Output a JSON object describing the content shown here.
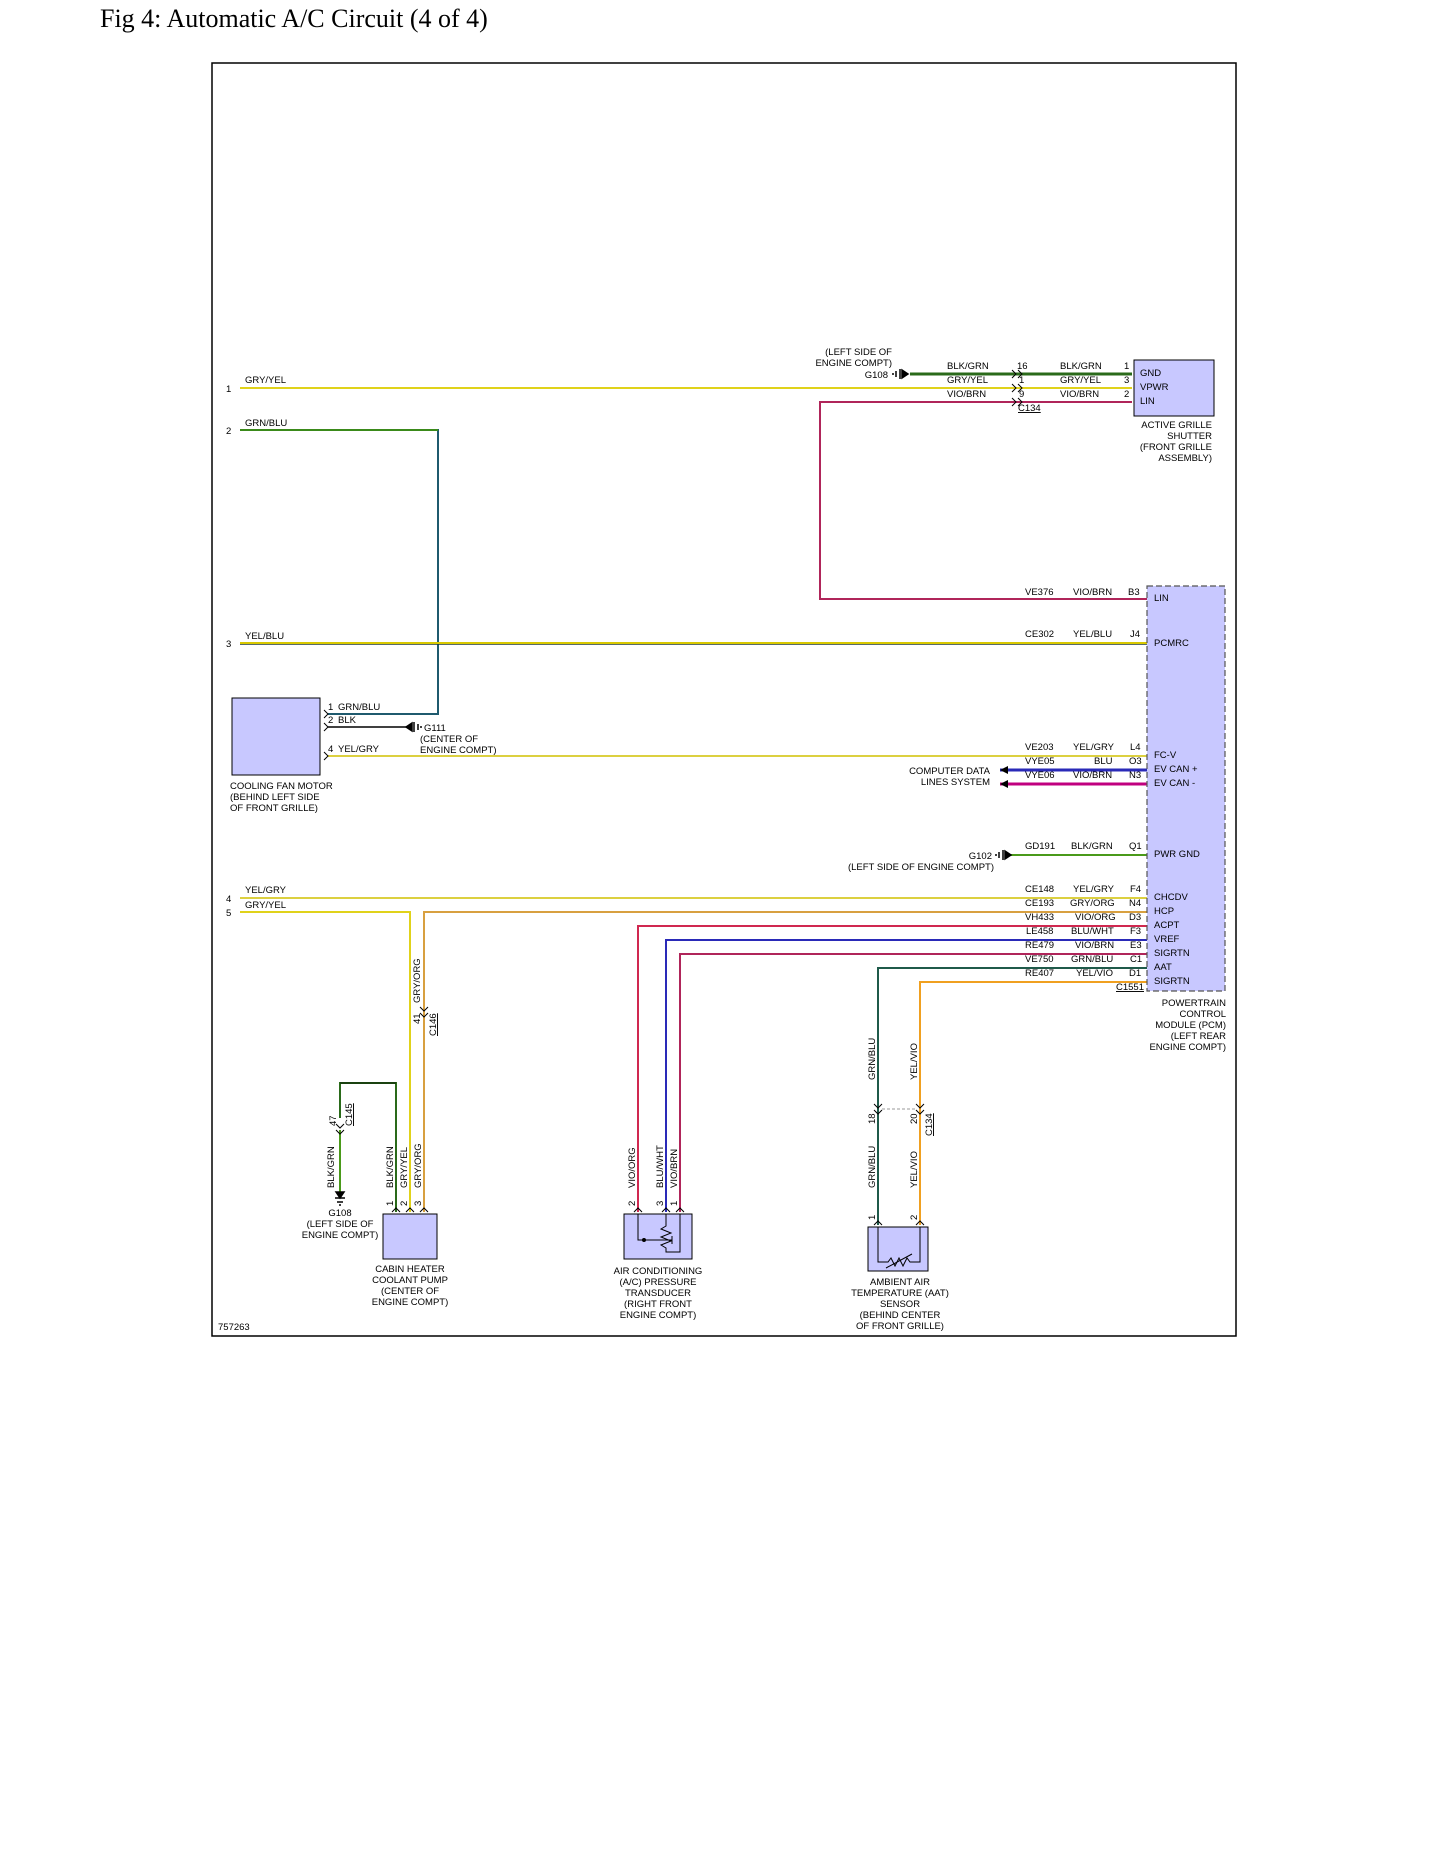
{
  "title": "Fig 4: Automatic A/C Circuit (4 of 4)",
  "figure_id": "757263",
  "colors": {
    "gry_yel": "#e0d21a",
    "yel_blu": "#d8c800",
    "yel_gry": "#dcd040",
    "gry_org": "#d8a040",
    "grn_blu": "#2a6a4a",
    "blk_grn": "#2a6a1a",
    "vio_brn": "#b0255a",
    "vio_org": "#d02850",
    "blu_wht": "#2a2ab8",
    "yel_vio": "#f0a020",
    "blk": "#000000",
    "grn_lead": "#4a9a1a",
    "module_fill": "#c8c8ff",
    "ev_can_minus": "#c0007f"
  },
  "left_pins": [
    {
      "num": "1",
      "wire": "GRY/YEL"
    },
    {
      "num": "2",
      "wire": "GRN/BLU"
    },
    {
      "num": "3",
      "wire": "YEL/BLU"
    },
    {
      "num": "4",
      "wire": "YEL/GRY"
    },
    {
      "num": "5",
      "wire": "GRY/YEL"
    }
  ],
  "grille_shutter": {
    "ground": {
      "loc1": "(LEFT SIDE OF",
      "loc2": "ENGINE COMPT)",
      "id": "G108"
    },
    "connector": "C134",
    "left_wires": [
      "BLK/GRN",
      "GRY/YEL",
      "VIO/BRN"
    ],
    "inline_pins": [
      "16",
      "1",
      "9"
    ],
    "right_wires": [
      "BLK/GRN",
      "GRY/YEL",
      "VIO/BRN"
    ],
    "pins": [
      "1",
      "3",
      "2"
    ],
    "terminals": [
      "GND",
      "VPWR",
      "LIN"
    ],
    "label": [
      "ACTIVE GRILLE",
      "SHUTTER",
      "(FRONT GRILLE",
      "ASSEMBLY)"
    ]
  },
  "pcm": {
    "rows": [
      {
        "circuit": "VE376",
        "wire": "VIO/BRN",
        "pin": "B3",
        "term": "LIN"
      },
      {
        "circuit": "CE302",
        "wire": "YEL/BLU",
        "pin": "J4",
        "term": "PCMRC"
      },
      {
        "circuit": "VE203",
        "wire": "YEL/GRY",
        "pin": "L4",
        "term": "FC-V"
      },
      {
        "circuit": "VYE05",
        "wire": "BLU",
        "pin": "O3",
        "term": "EV CAN +"
      },
      {
        "circuit": "VYE06",
        "wire": "VIO/BRN",
        "pin": "N3",
        "term": "EV CAN -"
      },
      {
        "circuit": "GD191",
        "wire": "BLK/GRN",
        "pin": "Q1",
        "term": "PWR GND"
      },
      {
        "circuit": "CE148",
        "wire": "YEL/GRY",
        "pin": "F4",
        "term": "CHCDV"
      },
      {
        "circuit": "CE193",
        "wire": "GRY/ORG",
        "pin": "N4",
        "term": "HCP"
      },
      {
        "circuit": "VH433",
        "wire": "VIO/ORG",
        "pin": "D3",
        "term": "ACPT"
      },
      {
        "circuit": "LE458",
        "wire": "BLU/WHT",
        "pin": "F3",
        "term": "VREF"
      },
      {
        "circuit": "RE479",
        "wire": "VIO/BRN",
        "pin": "E3",
        "term": "SIGRTN"
      },
      {
        "circuit": "VE750",
        "wire": "GRN/BLU",
        "pin": "C1",
        "term": "AAT"
      },
      {
        "circuit": "RE407",
        "wire": "YEL/VIO",
        "pin": "D1",
        "term": "SIGRTN"
      }
    ],
    "connector": "C1551",
    "label": [
      "POWERTRAIN",
      "CONTROL",
      "MODULE (PCM)",
      "(LEFT REAR",
      "ENGINE COMPT)"
    ],
    "data_lines": [
      "COMPUTER DATA",
      "LINES SYSTEM"
    ],
    "ground": {
      "id": "G102",
      "loc": "(LEFT SIDE OF ENGINE COMPT)"
    }
  },
  "cooling_fan": {
    "pins": [
      {
        "num": "1",
        "wire": "GRN/BLU"
      },
      {
        "num": "2",
        "wire": "BLK"
      },
      {
        "num": "4",
        "wire": "YEL/GRY"
      }
    ],
    "ground": {
      "id": "G111",
      "loc1": "(CENTER OF",
      "loc2": "ENGINE COMPT)"
    },
    "label": [
      "COOLING FAN MOTOR",
      "(BEHIND LEFT SIDE",
      "OF FRONT GRILLE)"
    ]
  },
  "c146": {
    "pin": "41",
    "wire": "GRY/ORG",
    "id": "C146"
  },
  "heater_pump": {
    "c145_pin": "47",
    "c145": "C145",
    "ground_wire": "BLK/GRN",
    "ground": {
      "id": "G108",
      "loc1": "(LEFT SIDE OF",
      "loc2": "ENGINE COMPT)"
    },
    "wires": [
      "BLK/GRN",
      "GRY/YEL",
      "GRY/ORG"
    ],
    "pins": [
      "1",
      "2",
      "3"
    ],
    "label": [
      "CABIN HEATER",
      "COOLANT PUMP",
      "(CENTER OF",
      "ENGINE COMPT)"
    ]
  },
  "ac_transducer": {
    "wires": [
      "VIO/ORG",
      "BLU/WHT",
      "VIO/BRN"
    ],
    "pins": [
      "2",
      "3",
      "1"
    ],
    "label": [
      "AIR CONDITIONING",
      "(A/C) PRESSURE",
      "TRANSDUCER",
      "(RIGHT FRONT",
      "ENGINE COMPT)"
    ]
  },
  "aat_sensor": {
    "upper_wires": [
      "GRN/BLU",
      "YEL/VIO"
    ],
    "c134_pins": [
      "18",
      "20"
    ],
    "c134": "C134",
    "lower_wires": [
      "GRN/BLU",
      "YEL/VIO"
    ],
    "pins": [
      "1",
      "2"
    ],
    "label": [
      "AMBIENT AIR",
      "TEMPERATURE (AAT)",
      "SENSOR",
      "(BEHIND CENTER",
      "OF FRONT GRILLE)"
    ]
  }
}
